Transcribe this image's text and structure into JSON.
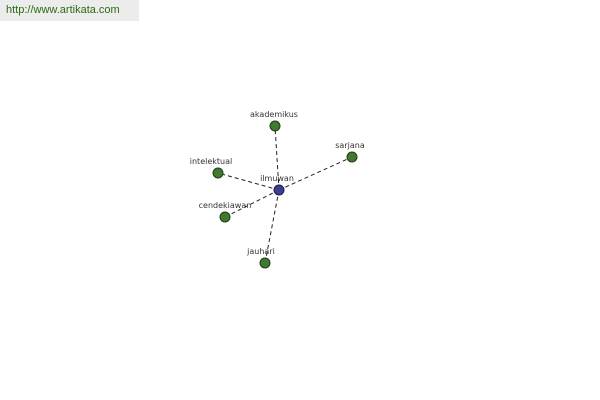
{
  "site": {
    "url": "http://www.artikata.com"
  },
  "graph": {
    "center": {
      "id": "ilmuwan",
      "label": "ilmuwan",
      "color": "#3b3f8c"
    },
    "neighbors": [
      {
        "id": "akademikus",
        "label": "akademikus",
        "color": "#3f7a2e"
      },
      {
        "id": "sarjana",
        "label": "sarjana",
        "color": "#3f7a2e"
      },
      {
        "id": "intelektual",
        "label": "intelektual",
        "color": "#3f7a2e"
      },
      {
        "id": "cendekiawan",
        "label": "cendekiawan",
        "color": "#3f7a2e"
      },
      {
        "id": "jauhari",
        "label": "jauhari",
        "color": "#3f7a2e"
      }
    ],
    "edge_style": "dashed"
  }
}
